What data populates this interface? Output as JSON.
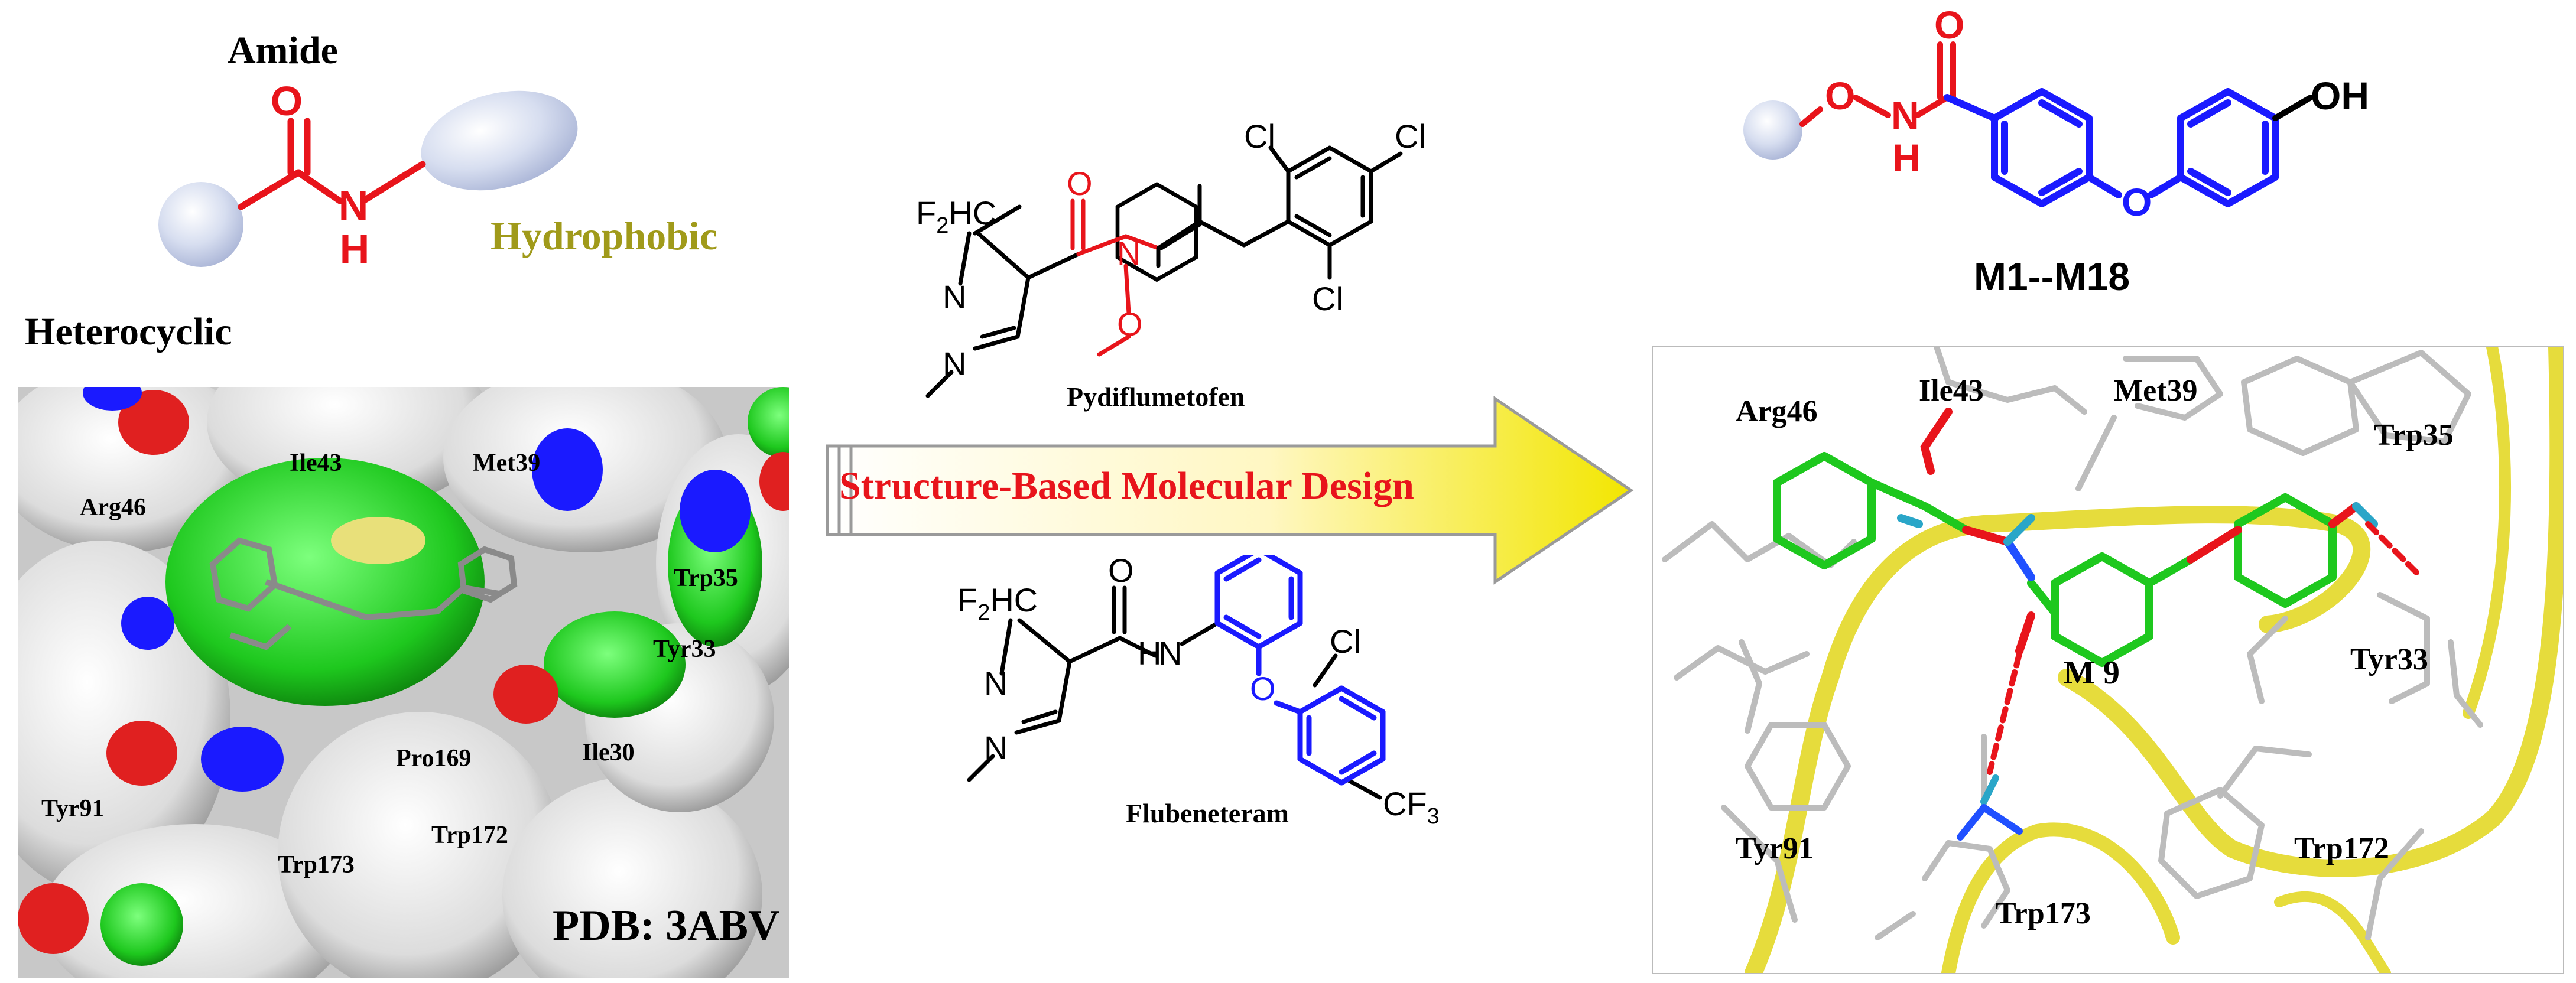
{
  "scaffold": {
    "amide_label": "Amide",
    "hydrophobic_label": "Hydrophobic",
    "heterocyclic_label": "Heterocyclic",
    "O": "O",
    "N": "N",
    "H": "H"
  },
  "surface_panel": {
    "pdb_label": "PDB: 3ABV",
    "residues": [
      "Ile43",
      "Met39",
      "Arg46",
      "Trp35",
      "Tyr33",
      "Pro169",
      "Ile30",
      "Tyr91",
      "Trp173",
      "Trp172"
    ]
  },
  "pydiflumetofen": {
    "name": "Pydiflumetofen",
    "f2hc": "F",
    "f2hc_sub": "2",
    "f2hc_tail": "HC",
    "cl": "Cl",
    "N": "N",
    "O": "O"
  },
  "flubeneteram": {
    "name": "Flubeneteram",
    "f2hc": "F",
    "f2hc_sub": "2",
    "f2hc_tail": "HC",
    "cl": "Cl",
    "cf3": "CF",
    "cf3_sub": "3",
    "N": "N",
    "H": "H",
    "O": "O"
  },
  "arrow": {
    "label": "Structure-Based Molecular Design"
  },
  "target": {
    "series_label": "M1--M18",
    "oh": "OH",
    "O": "O",
    "N": "N",
    "H": "H"
  },
  "docking_panel": {
    "ligand_label": "M 9",
    "residues": [
      "Arg46",
      "Ile43",
      "Met39",
      "Trp35",
      "Tyr33",
      "Tyr91",
      "Trp173",
      "Trp172"
    ]
  },
  "colors": {
    "red": "#e8141b",
    "blue": "#1a1aff",
    "olive": "#a09a1a",
    "green": "#1ec81e",
    "yellow": "#e6dc3c"
  }
}
